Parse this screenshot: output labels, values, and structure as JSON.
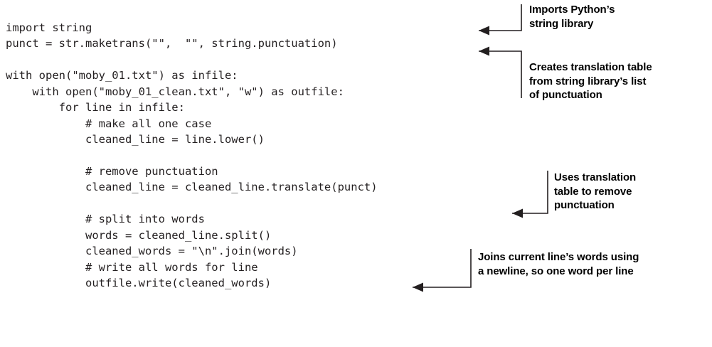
{
  "figure": {
    "kind": "annotated-code-listing",
    "language": "python",
    "ink_color": "#231f20",
    "annotation_color": "#000000",
    "background_color": "#ffffff"
  },
  "code": {
    "lines": [
      "import string",
      "punct = str.maketrans(\"\",  \"\", string.punctuation)",
      "",
      "with open(\"moby_01.txt\") as infile:",
      "    with open(\"moby_01_clean.txt\", \"w\") as outfile:",
      "        for line in infile:",
      "            # make all one case",
      "            cleaned_line = line.lower()",
      "",
      "            # remove punctuation",
      "            cleaned_line = cleaned_line.translate(punct)",
      "",
      "            # split into words",
      "            words = cleaned_line.split()",
      "            cleaned_words = \"\\n\".join(words)",
      "            # write all words for line",
      "            outfile.write(cleaned_words)"
    ]
  },
  "callouts": [
    {
      "id": "imports-string-library",
      "lines": [
        "Imports Python’s",
        "string library"
      ],
      "targets_code_line": "import string"
    },
    {
      "id": "creates-translation-table",
      "lines": [
        "Creates translation table",
        "from string library’s list",
        "of punctuation"
      ],
      "targets_code_line": "punct = str.maketrans(\"\",  \"\", string.punctuation)"
    },
    {
      "id": "uses-translation-table",
      "lines": [
        "Uses translation",
        "table to remove",
        "punctuation"
      ],
      "targets_code_line": "cleaned_line = cleaned_line.translate(punct)"
    },
    {
      "id": "joins-words-newline",
      "lines": [
        "Joins current line’s words using",
        "a newline, so one word per line"
      ],
      "targets_code_line": "cleaned_words = \"\\n\".join(words)"
    }
  ]
}
